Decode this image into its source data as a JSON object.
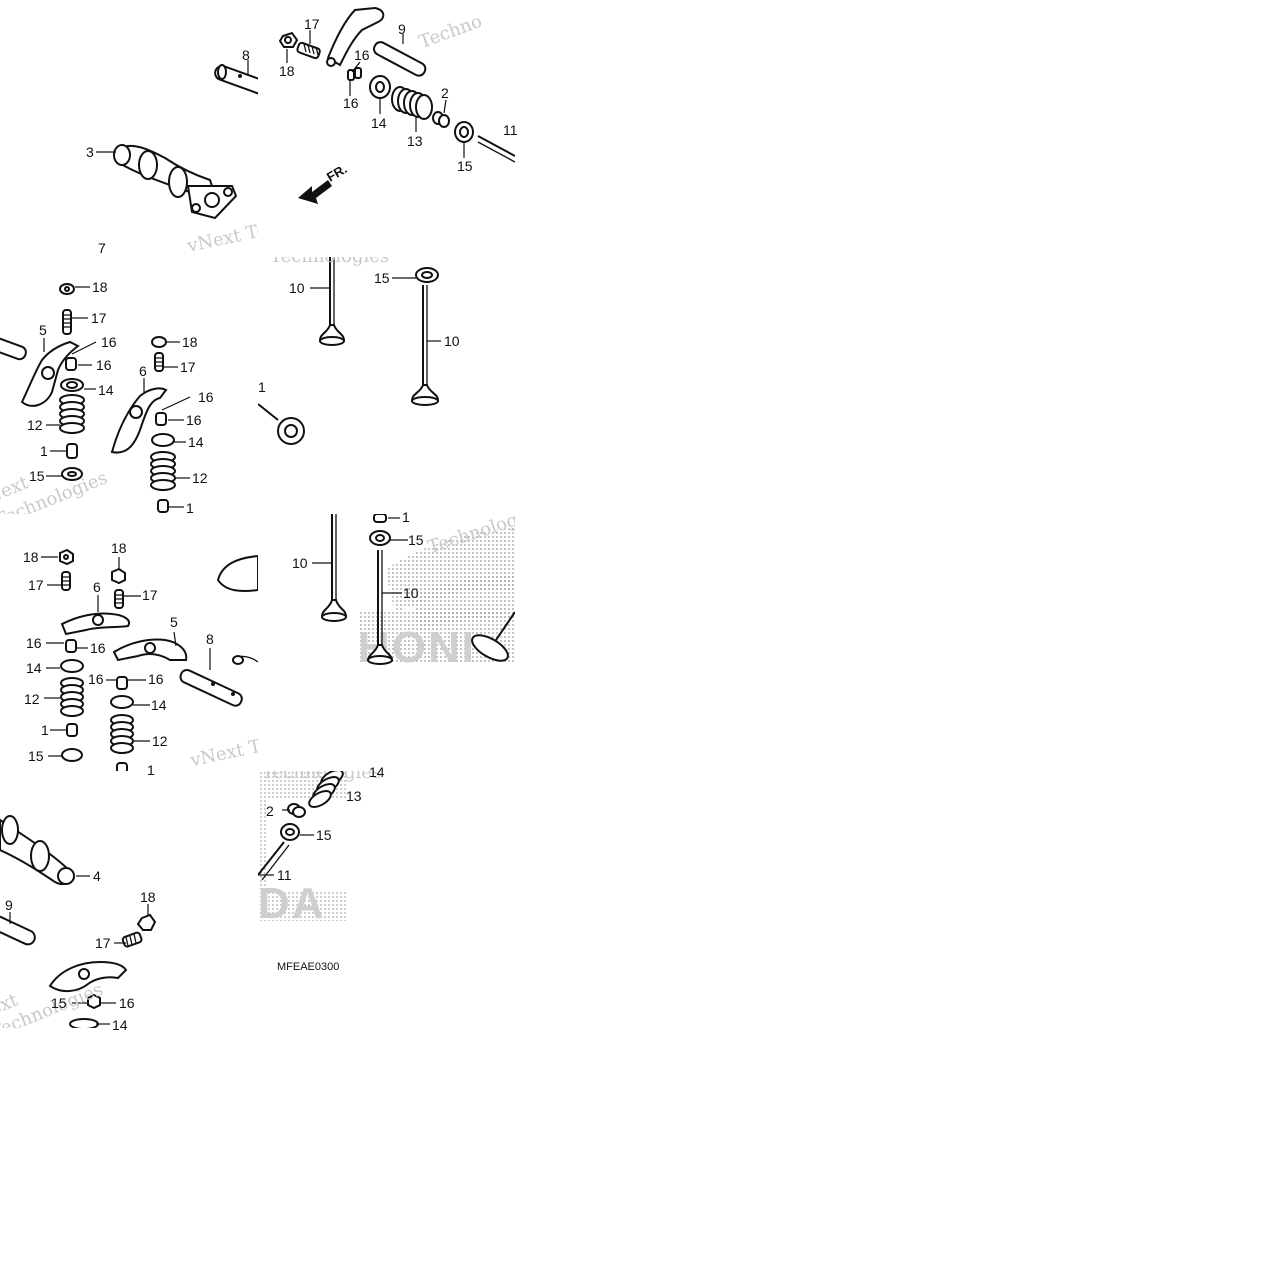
{
  "diagram": {
    "code_label": "MFEAE0300",
    "front_label": "FR.",
    "watermark_texts": [
      "vNext Technologies",
      "Technologies",
      "Techno",
      "vNext",
      "ext"
    ],
    "brand_mark": "HONDA",
    "brand_fragment_1": "HONI",
    "brand_fragment_2": "DA",
    "background": "#ffffff",
    "ink": "#111111"
  },
  "callouts": {
    "t1": [
      "17",
      "9",
      "8",
      "18",
      "16",
      "16",
      "14",
      "13",
      "2",
      "15",
      "3",
      "7",
      "11"
    ],
    "t2": [
      "18",
      "17",
      "5",
      "16",
      "16",
      "14",
      "12",
      "1",
      "15",
      "18",
      "17",
      "6",
      "16",
      "16",
      "14",
      "12",
      "1"
    ],
    "t3": [
      "10",
      "15",
      "10",
      "1"
    ],
    "t4": [
      "18",
      "17",
      "6",
      "16",
      "16",
      "14",
      "12",
      "1",
      "15",
      "18",
      "17",
      "5",
      "8",
      "16",
      "16",
      "14",
      "12",
      "1"
    ],
    "t5": [
      "10",
      "15",
      "10",
      "1"
    ],
    "t6": [
      "4",
      "9",
      "18",
      "17",
      "15",
      "16",
      "14"
    ],
    "t7": [
      "14",
      "13",
      "2",
      "15",
      "11"
    ]
  }
}
